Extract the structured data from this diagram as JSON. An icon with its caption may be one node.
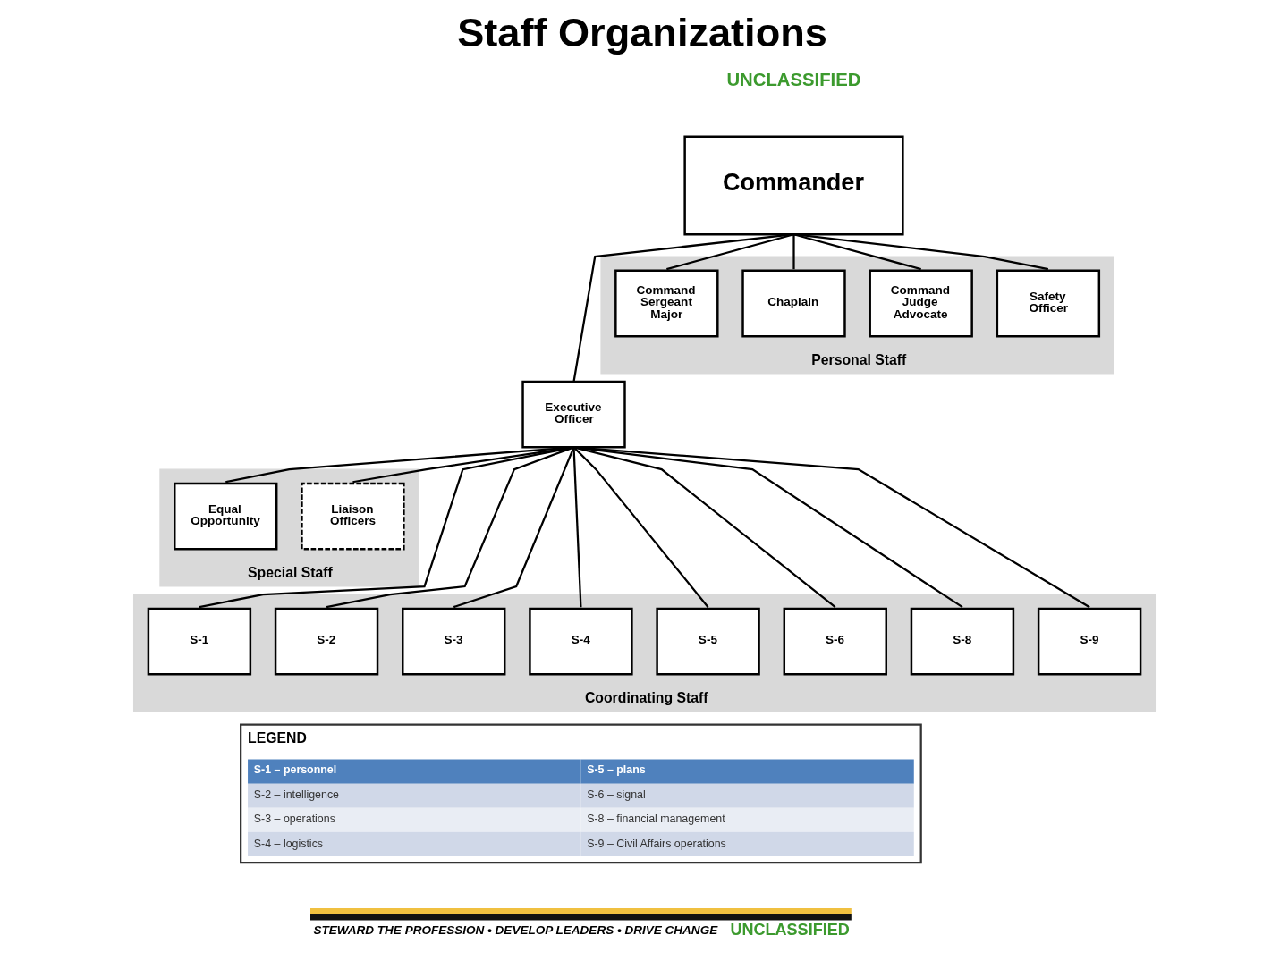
{
  "diagram": {
    "title": "Staff Organizations",
    "nodes": [
      {
        "text": [
          "Commander"
        ]
      },
      {
        "text": [
          "Personal Staff"
        ]
      },
      {
        "text": [
          "Command Sergeant Major"
        ],
        "in": 1
      },
      {
        "text": [
          "Chaplain"
        ],
        "in": 1
      },
      {
        "text": [
          "Command Judge Advocate"
        ],
        "in": 1
      },
      {
        "text": [
          "Safety Officer"
        ],
        "in": 1
      },
      {
        "text": [
          "Executive Officer"
        ]
      },
      {
        "text": [
          "Special Staff"
        ]
      },
      {
        "text": [
          "Equal Opportunity"
        ],
        "in": 7
      },
      {
        "text": [
          "Liaison Officers"
        ],
        "in": 7
      },
      {
        "text": [
          "Coordinating Staff"
        ]
      },
      {
        "text": [
          "S-1"
        ],
        "in": 10
      },
      {
        "text": [
          "S-2"
        ],
        "in": 10
      },
      {
        "text": [
          "S-3"
        ],
        "in": 10
      },
      {
        "text": [
          "S-4"
        ],
        "in": 10
      },
      {
        "text": [
          "S-5"
        ],
        "in": 10
      },
      {
        "text": [
          "S-6"
        ],
        "in": 10
      },
      {
        "text": [
          "S-8"
        ],
        "in": 10
      },
      {
        "text": [
          "S-9"
        ],
        "in": 10
      }
    ],
    "edges": [
      {
        "from": 0,
        "to": 6,
        "arrow": "none"
      },
      {
        "from": 0,
        "to": 2,
        "arrow": "none"
      },
      {
        "from": 0,
        "to": 3,
        "arrow": "none"
      },
      {
        "from": 0,
        "to": 4,
        "arrow": "none"
      },
      {
        "from": 0,
        "to": 5,
        "arrow": "none"
      },
      {
        "from": 6,
        "to": 8,
        "arrow": "none"
      },
      {
        "from": 6,
        "to": 9,
        "arrow": "none"
      },
      {
        "from": 6,
        "to": 11,
        "arrow": "none"
      },
      {
        "from": 6,
        "to": 12,
        "arrow": "none"
      },
      {
        "from": 6,
        "to": 13,
        "arrow": "none"
      },
      {
        "from": 6,
        "to": 14,
        "arrow": "none"
      },
      {
        "from": 6,
        "to": 15,
        "arrow": "none"
      },
      {
        "from": 6,
        "to": 16,
        "arrow": "none"
      },
      {
        "from": 6,
        "to": 17,
        "arrow": "none"
      },
      {
        "from": 6,
        "to": 18,
        "arrow": "none"
      }
    ],
    "labels": [
      "UNCLASSIFIED",
      "LEGEND",
      "S-1 – personnel",
      "S-5 – plans",
      "S-2 – intelligence",
      "S-6 – signal",
      "S-3 – operations",
      "S-8 – financial management",
      "S-4 – logistics",
      "S-9 – Civil Affairs operations",
      "STEWARD THE PROFESSION • DEVELOP LEADERS • DRIVE CHANGE",
      "UNCLASSIFIED"
    ]
  }
}
